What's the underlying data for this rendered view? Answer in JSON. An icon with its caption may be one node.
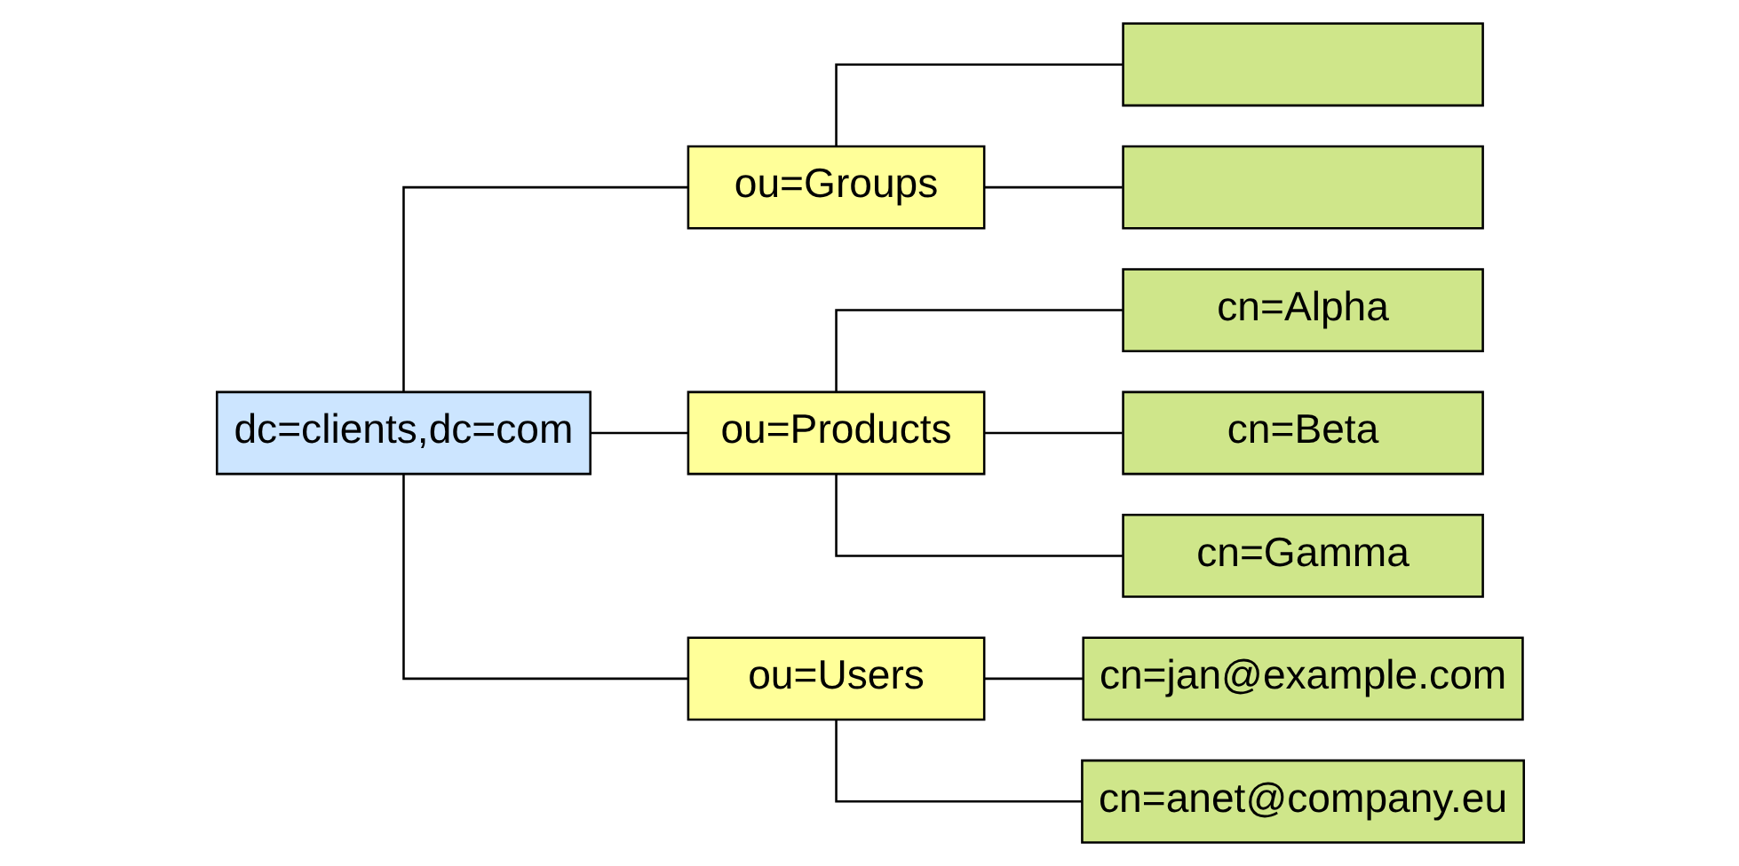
{
  "diagram": {
    "nodes": [
      {
        "text": [
          "dc=clients,dc=com"
        ]
      },
      {
        "text": [
          "ou=Groups"
        ]
      },
      {
        "text": [],
        "shape": "box"
      },
      {
        "text": [],
        "shape": "box"
      },
      {
        "text": [
          "ou=Products"
        ]
      },
      {
        "text": [
          "cn=Alpha"
        ]
      },
      {
        "text": [
          "cn=Beta"
        ]
      },
      {
        "text": [
          "cn=Gamma"
        ]
      },
      {
        "text": [
          "ou=Users"
        ]
      },
      {
        "text": [
          "cn=jan@example.com"
        ]
      },
      {
        "text": [
          "cn=anet@company.eu"
        ]
      }
    ],
    "edges": [
      {
        "from": 0,
        "to": 1,
        "arrow": "none"
      },
      {
        "from": 1,
        "to": 2,
        "arrow": "none"
      },
      {
        "from": 1,
        "to": 3,
        "arrow": "none"
      },
      {
        "from": 0,
        "to": 4,
        "arrow": "none"
      },
      {
        "from": 4,
        "to": 5,
        "arrow": "none"
      },
      {
        "from": 4,
        "to": 6,
        "arrow": "none"
      },
      {
        "from": 4,
        "to": 7,
        "arrow": "none"
      },
      {
        "from": 0,
        "to": 8,
        "arrow": "none"
      },
      {
        "from": 8,
        "to": 9,
        "arrow": "none"
      },
      {
        "from": 8,
        "to": 10,
        "arrow": "none"
      }
    ]
  }
}
